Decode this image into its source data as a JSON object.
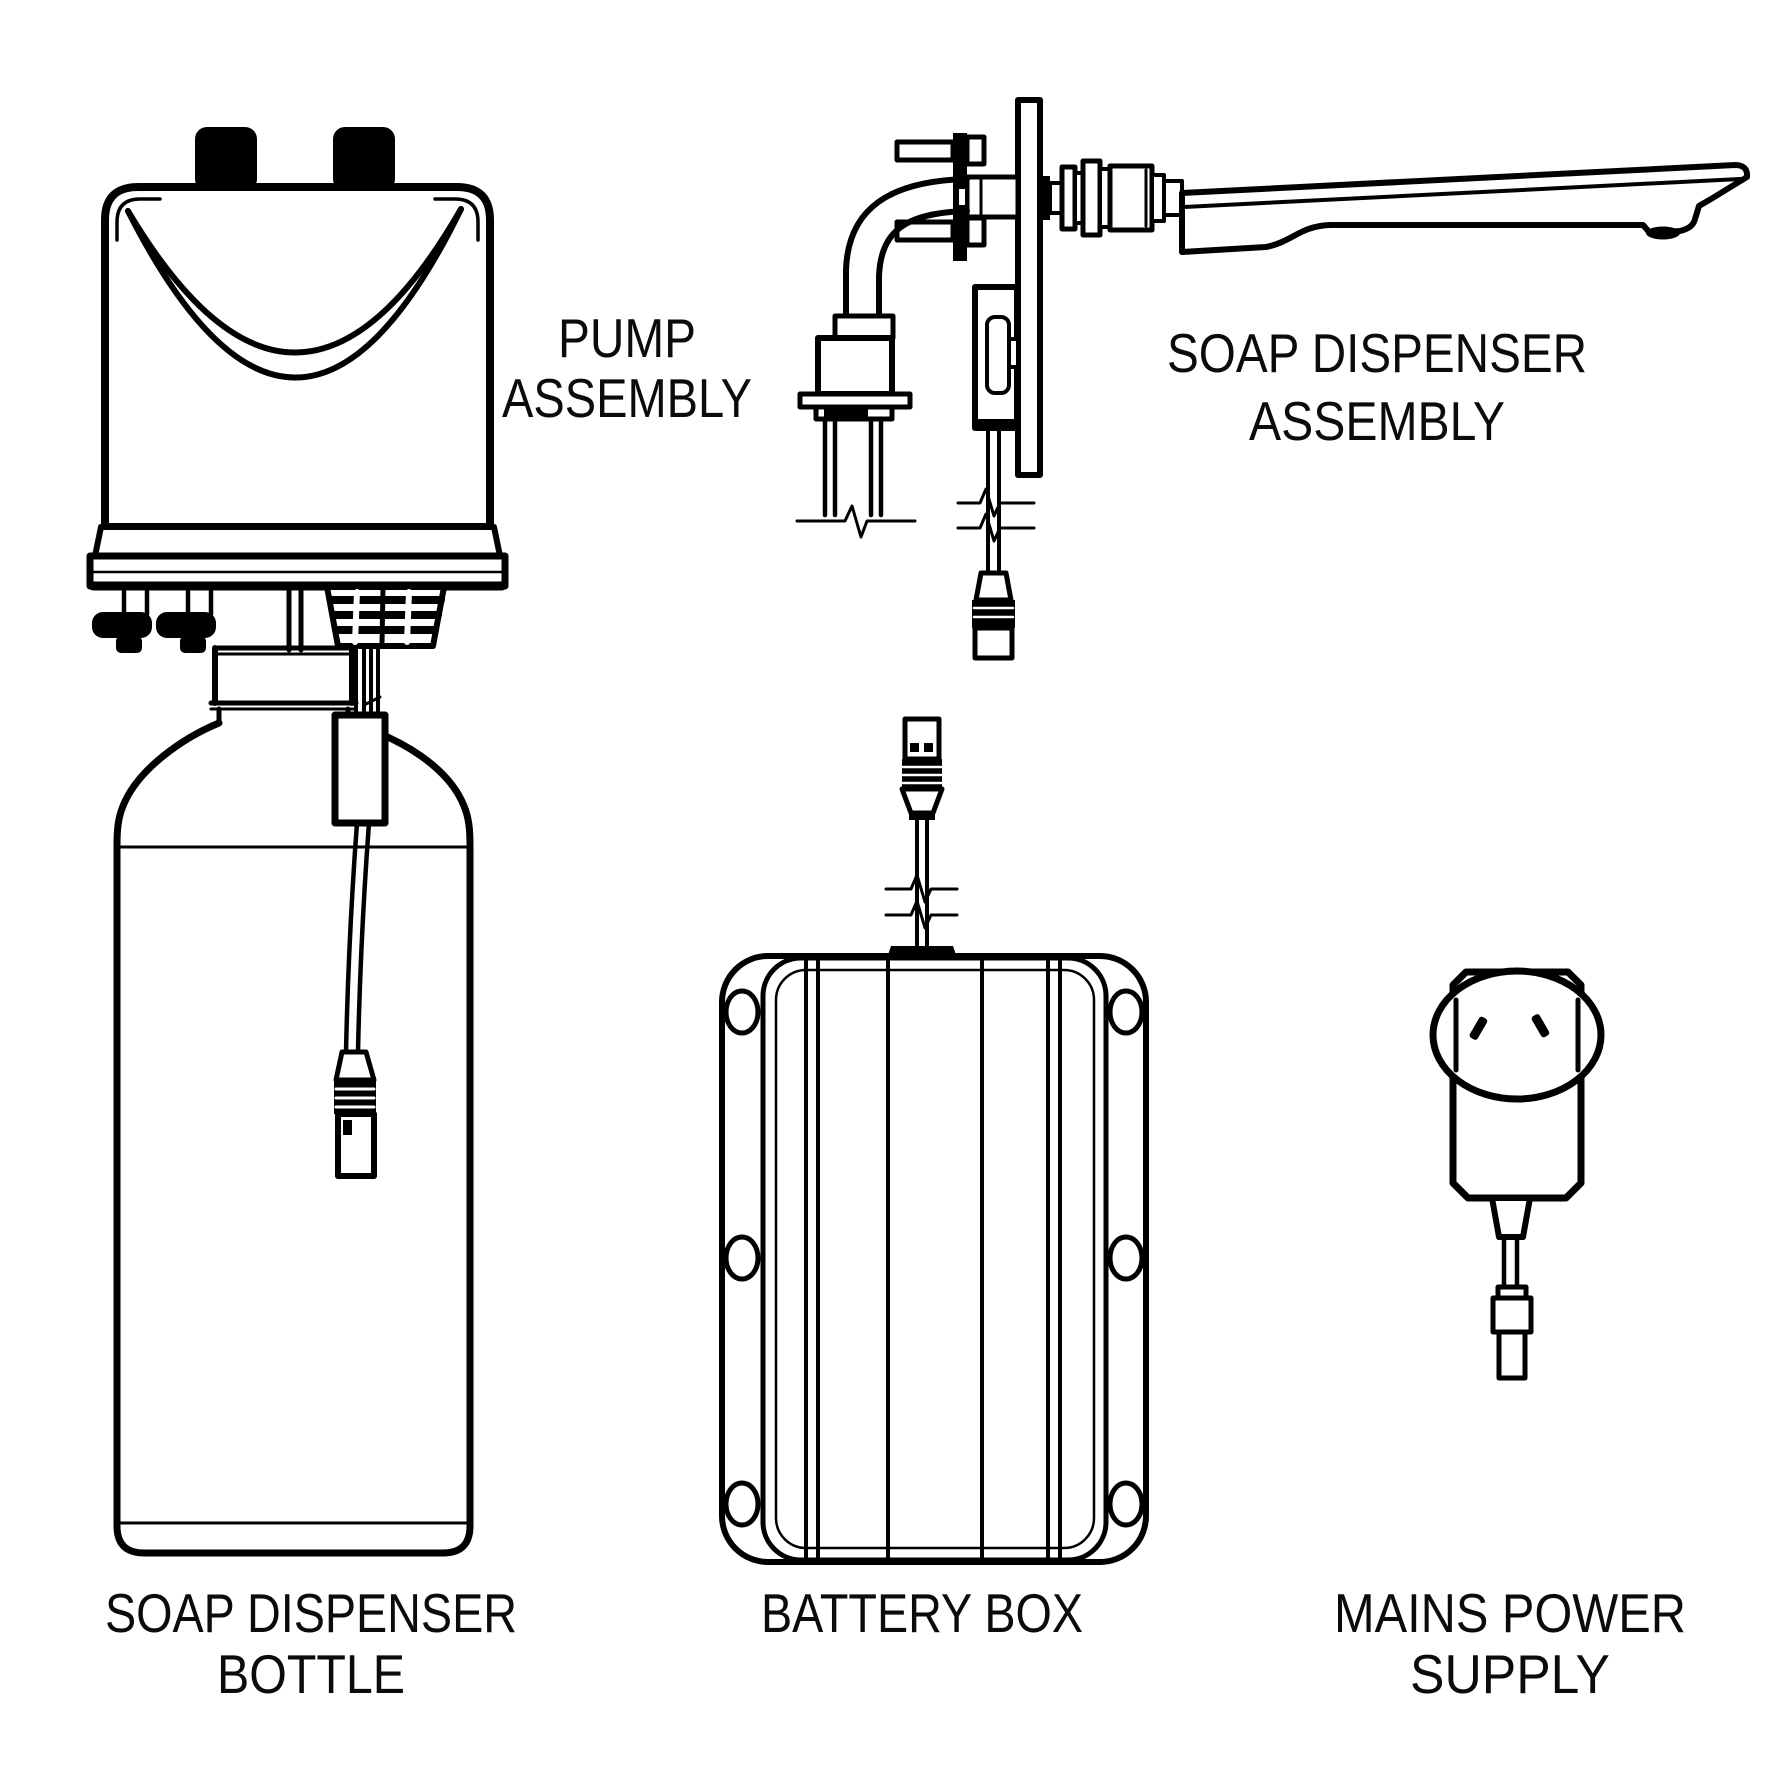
{
  "diagram": {
    "type": "exploded-parts-diagram",
    "background": "#ffffff",
    "line_color": "#000000"
  },
  "labels": {
    "pump": {
      "l1": "PUMP",
      "l2": "ASSEMBLY"
    },
    "dispenser": {
      "l1": "SOAP DISPENSER",
      "l2": "ASSEMBLY"
    },
    "bottle": {
      "l1": "SOAP DISPENSER",
      "l2": "BOTTLE"
    },
    "battery": {
      "l1": "BATTERY BOX"
    },
    "mains": {
      "l1": "MAINS POWER",
      "l2": "SUPPLY"
    }
  }
}
